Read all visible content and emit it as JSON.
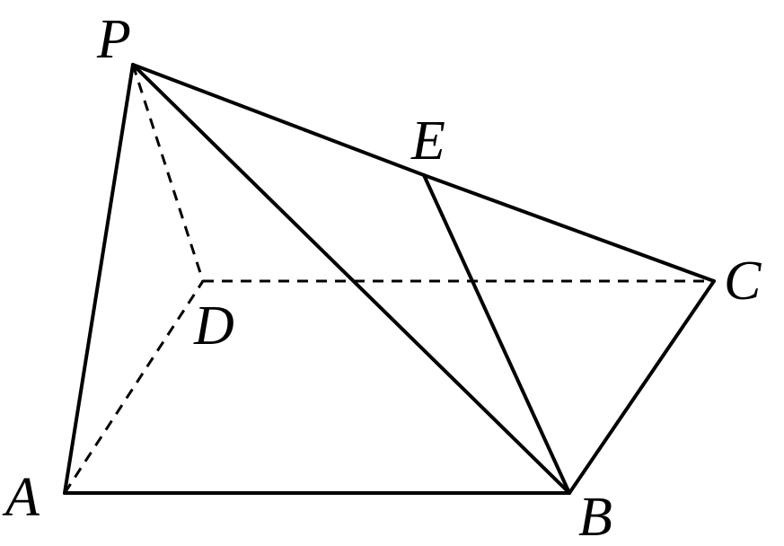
{
  "colors": {
    "line": "#000000",
    "background": "#ffffff"
  },
  "diagram": {
    "vertices": {
      "P": "P",
      "A": "A",
      "B": "B",
      "C": "C",
      "D": "D",
      "E": "E"
    },
    "edges_solid": [
      [
        "P",
        "A"
      ],
      [
        "P",
        "B"
      ],
      [
        "P",
        "E"
      ],
      [
        "E",
        "C"
      ],
      [
        "A",
        "B"
      ],
      [
        "B",
        "C"
      ],
      [
        "E",
        "B"
      ]
    ],
    "edges_hidden": [
      [
        "P",
        "D"
      ],
      [
        "A",
        "D"
      ],
      [
        "D",
        "C"
      ]
    ]
  }
}
